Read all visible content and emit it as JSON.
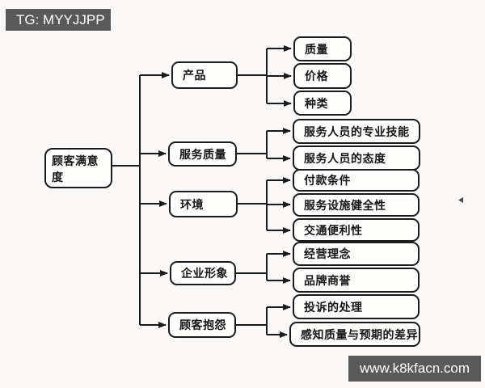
{
  "watermarks": {
    "top_left": "TG: MYYJJPP",
    "bottom_right": "www.k8kfacn.com"
  },
  "colors": {
    "background": "#faf9f7",
    "line": "#1b1b1b",
    "node_border": "#1b1b1b",
    "node_fill": "#fdfdfc",
    "badge_background": "#595959",
    "badge_text": "#ffffff"
  },
  "tree": {
    "root": {
      "label": "顾客满意度"
    },
    "branches": [
      {
        "label": "产品",
        "children": [
          {
            "label": "质量"
          },
          {
            "label": "价格"
          },
          {
            "label": "种类"
          }
        ]
      },
      {
        "label": "服务质量",
        "children": [
          {
            "label": "服务人员的专业技能"
          },
          {
            "label": "服务人员的态度"
          }
        ]
      },
      {
        "label": "环境",
        "children": [
          {
            "label": "付款条件"
          },
          {
            "label": "服务设施健全性"
          },
          {
            "label": "交通便利性"
          }
        ]
      },
      {
        "label": "企业形象",
        "children": [
          {
            "label": "经营理念"
          },
          {
            "label": "品牌商誉"
          }
        ]
      },
      {
        "label": "顾客抱怨",
        "children": [
          {
            "label": "投诉的处理"
          },
          {
            "label": "感知质量与预期的差异"
          }
        ]
      }
    ]
  }
}
